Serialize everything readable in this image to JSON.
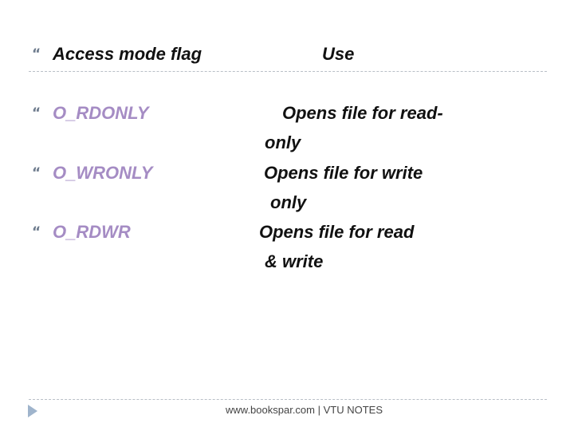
{
  "slide": {
    "header": {
      "flag_label": "Access mode flag",
      "use_label": "Use"
    },
    "bullet_glyph": "“",
    "rows": [
      {
        "flag": "O_RDONLY",
        "use_lines": [
          "Opens file for read-",
          "only"
        ]
      },
      {
        "flag": "O_WRONLY",
        "use_lines": [
          "Opens file for write",
          "only"
        ]
      },
      {
        "flag": "O_RDWR",
        "use_lines": [
          "Opens file for read",
          "& write"
        ]
      }
    ],
    "footer": {
      "text": "www.bookspar.com | VTU NOTES",
      "nav_icon": "play-triangle-icon"
    },
    "colors": {
      "header_text": "#111111",
      "flag_text": "#a58cc4",
      "bullet": "#6d7b8d",
      "divider": "#b9bfc7",
      "triangle": "#9fb4cc"
    }
  }
}
